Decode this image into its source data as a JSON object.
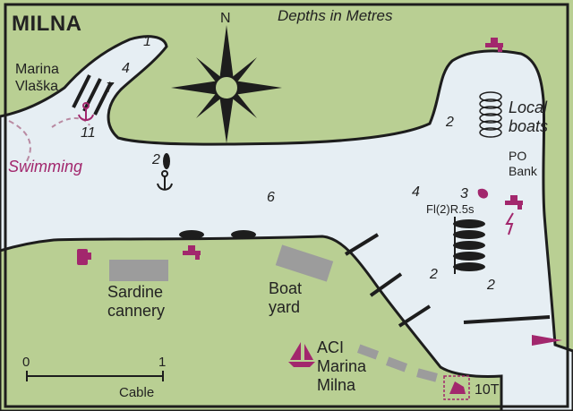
{
  "map": {
    "title": "MILNA",
    "legend_note": "Depths in Metres",
    "north_label": "N",
    "places": {
      "marina_vlaska": [
        "Marina",
        "Vlaška"
      ],
      "local_boats": [
        "Local",
        "boats"
      ],
      "po_bank": [
        "PO",
        "Bank"
      ],
      "swimming": "Swimming",
      "sardine_cannery": [
        "Sardine",
        "cannery"
      ],
      "boat_yard": [
        "Boat",
        "yard"
      ],
      "aci_marina": [
        "ACI",
        "Marina",
        "Milna"
      ],
      "light_characteristic": "Fl(2)R.5s",
      "crane_capacity": "10T"
    },
    "depths": [
      "1",
      "4",
      "7",
      "11",
      "2",
      "6",
      "2",
      "4",
      "3",
      "2",
      "2"
    ],
    "scale": {
      "start": "0",
      "end": "1",
      "unit": "Cable"
    },
    "colors": {
      "land": "#b9cf93",
      "water": "#e6eef3",
      "building": "#9c9c9c",
      "accent": "#a2276d",
      "ink": "#1d1d1d"
    },
    "icons": [
      "compass-rose-icon",
      "anchor-icon",
      "fuel-icon",
      "water-tap-icon",
      "sailboat-icon",
      "crane-icon",
      "lighthouse-icon",
      "fuel-pump-icon",
      "buoy-icon",
      "flag-icon",
      "power-icon"
    ]
  }
}
